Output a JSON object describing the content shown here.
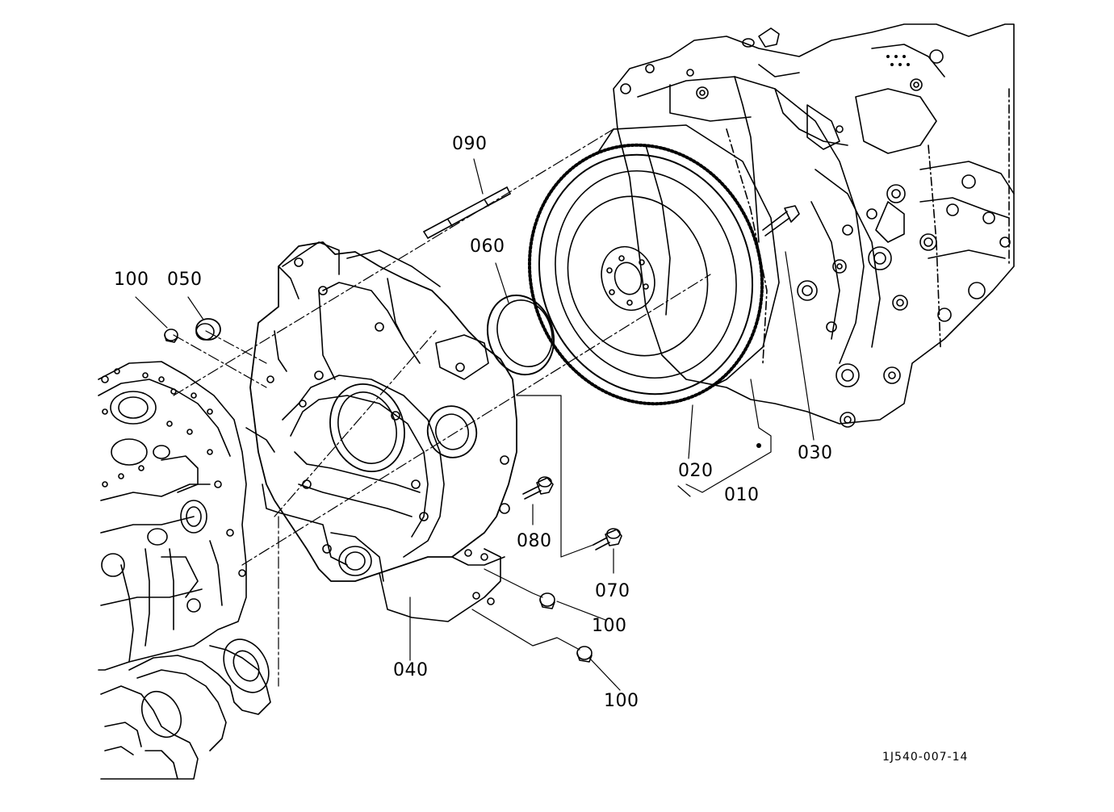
{
  "labels": {
    "p010": "010",
    "p020": "020",
    "p030": "030",
    "p040": "040",
    "p050": "050",
    "p060": "060",
    "p070": "070",
    "p080": "080",
    "p090": "090",
    "p100a": "100",
    "p100b": "100",
    "p100c": "100"
  },
  "drawing_code": "1J540-007-14"
}
